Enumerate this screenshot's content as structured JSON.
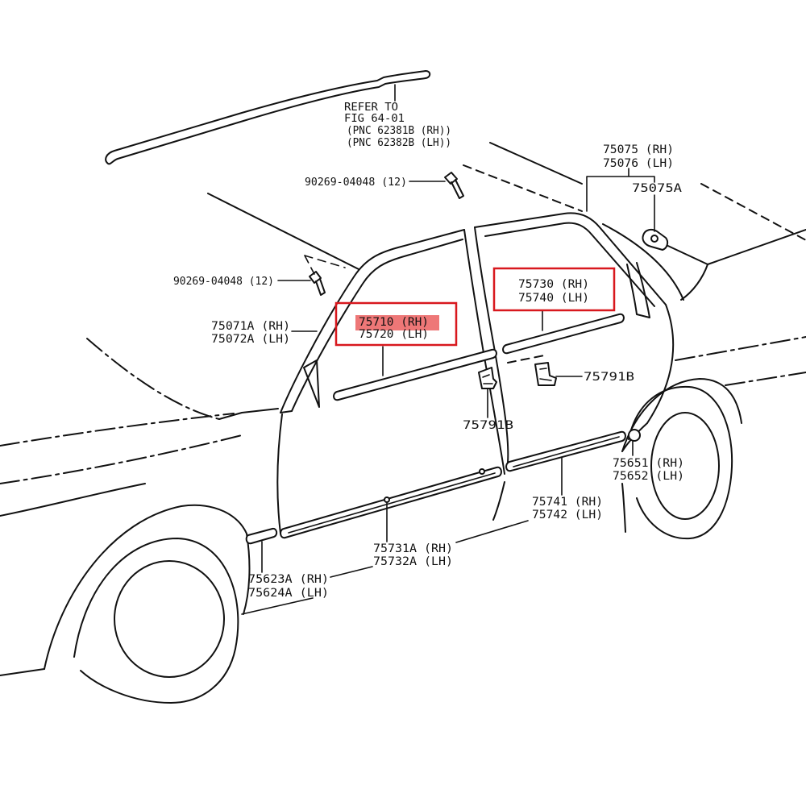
{
  "callouts": {
    "roof_drip_reference": {
      "lines": [
        "REFER TO",
        "FIG 64-01",
        "(PNC 62381B (RH))",
        "(PNC 62382B (LH))"
      ]
    },
    "bolt_upper": {
      "lines": [
        "90269-04048 (12)"
      ]
    },
    "rear_roof_molding": {
      "lines": [
        "75075 (RH)",
        "75076 (LH)"
      ]
    },
    "rear_roof_clip": {
      "lines": [
        "75075A"
      ]
    },
    "bolt_lower": {
      "lines": [
        "90269-04048 (12)"
      ]
    },
    "rear_belt_molding": {
      "lines": [
        "75730 (RH)",
        "75740 (LH)"
      ],
      "highlighted": true
    },
    "front_frame_molding": {
      "lines": [
        "75071A (RH)",
        "75072A (LH)"
      ]
    },
    "front_belt_molding": {
      "lines": [
        "75710 (RH)",
        "75720 (LH)"
      ],
      "highlighted": true,
      "marker": true
    },
    "belt_clip_rear": {
      "lines": [
        "75791B"
      ]
    },
    "belt_clip_front": {
      "lines": [
        "75791B"
      ]
    },
    "rear_rocker_clip": {
      "lines": [
        "75651 (RH)",
        "75652 (LH)"
      ]
    },
    "rear_rocker_molding": {
      "lines": [
        "75741 (RH)",
        "75742 (LH)"
      ]
    },
    "front_rocker_molding": {
      "lines": [
        "75731A (RH)",
        "75732A (LH)"
      ]
    },
    "front_rocker_end": {
      "lines": [
        "75623A (RH)",
        "75624A (LH)"
      ]
    }
  },
  "colors": {
    "line": "#111111",
    "background": "#ffffff",
    "highlight_box": "#d8181e",
    "highlight_marker": "#e84a4a"
  }
}
